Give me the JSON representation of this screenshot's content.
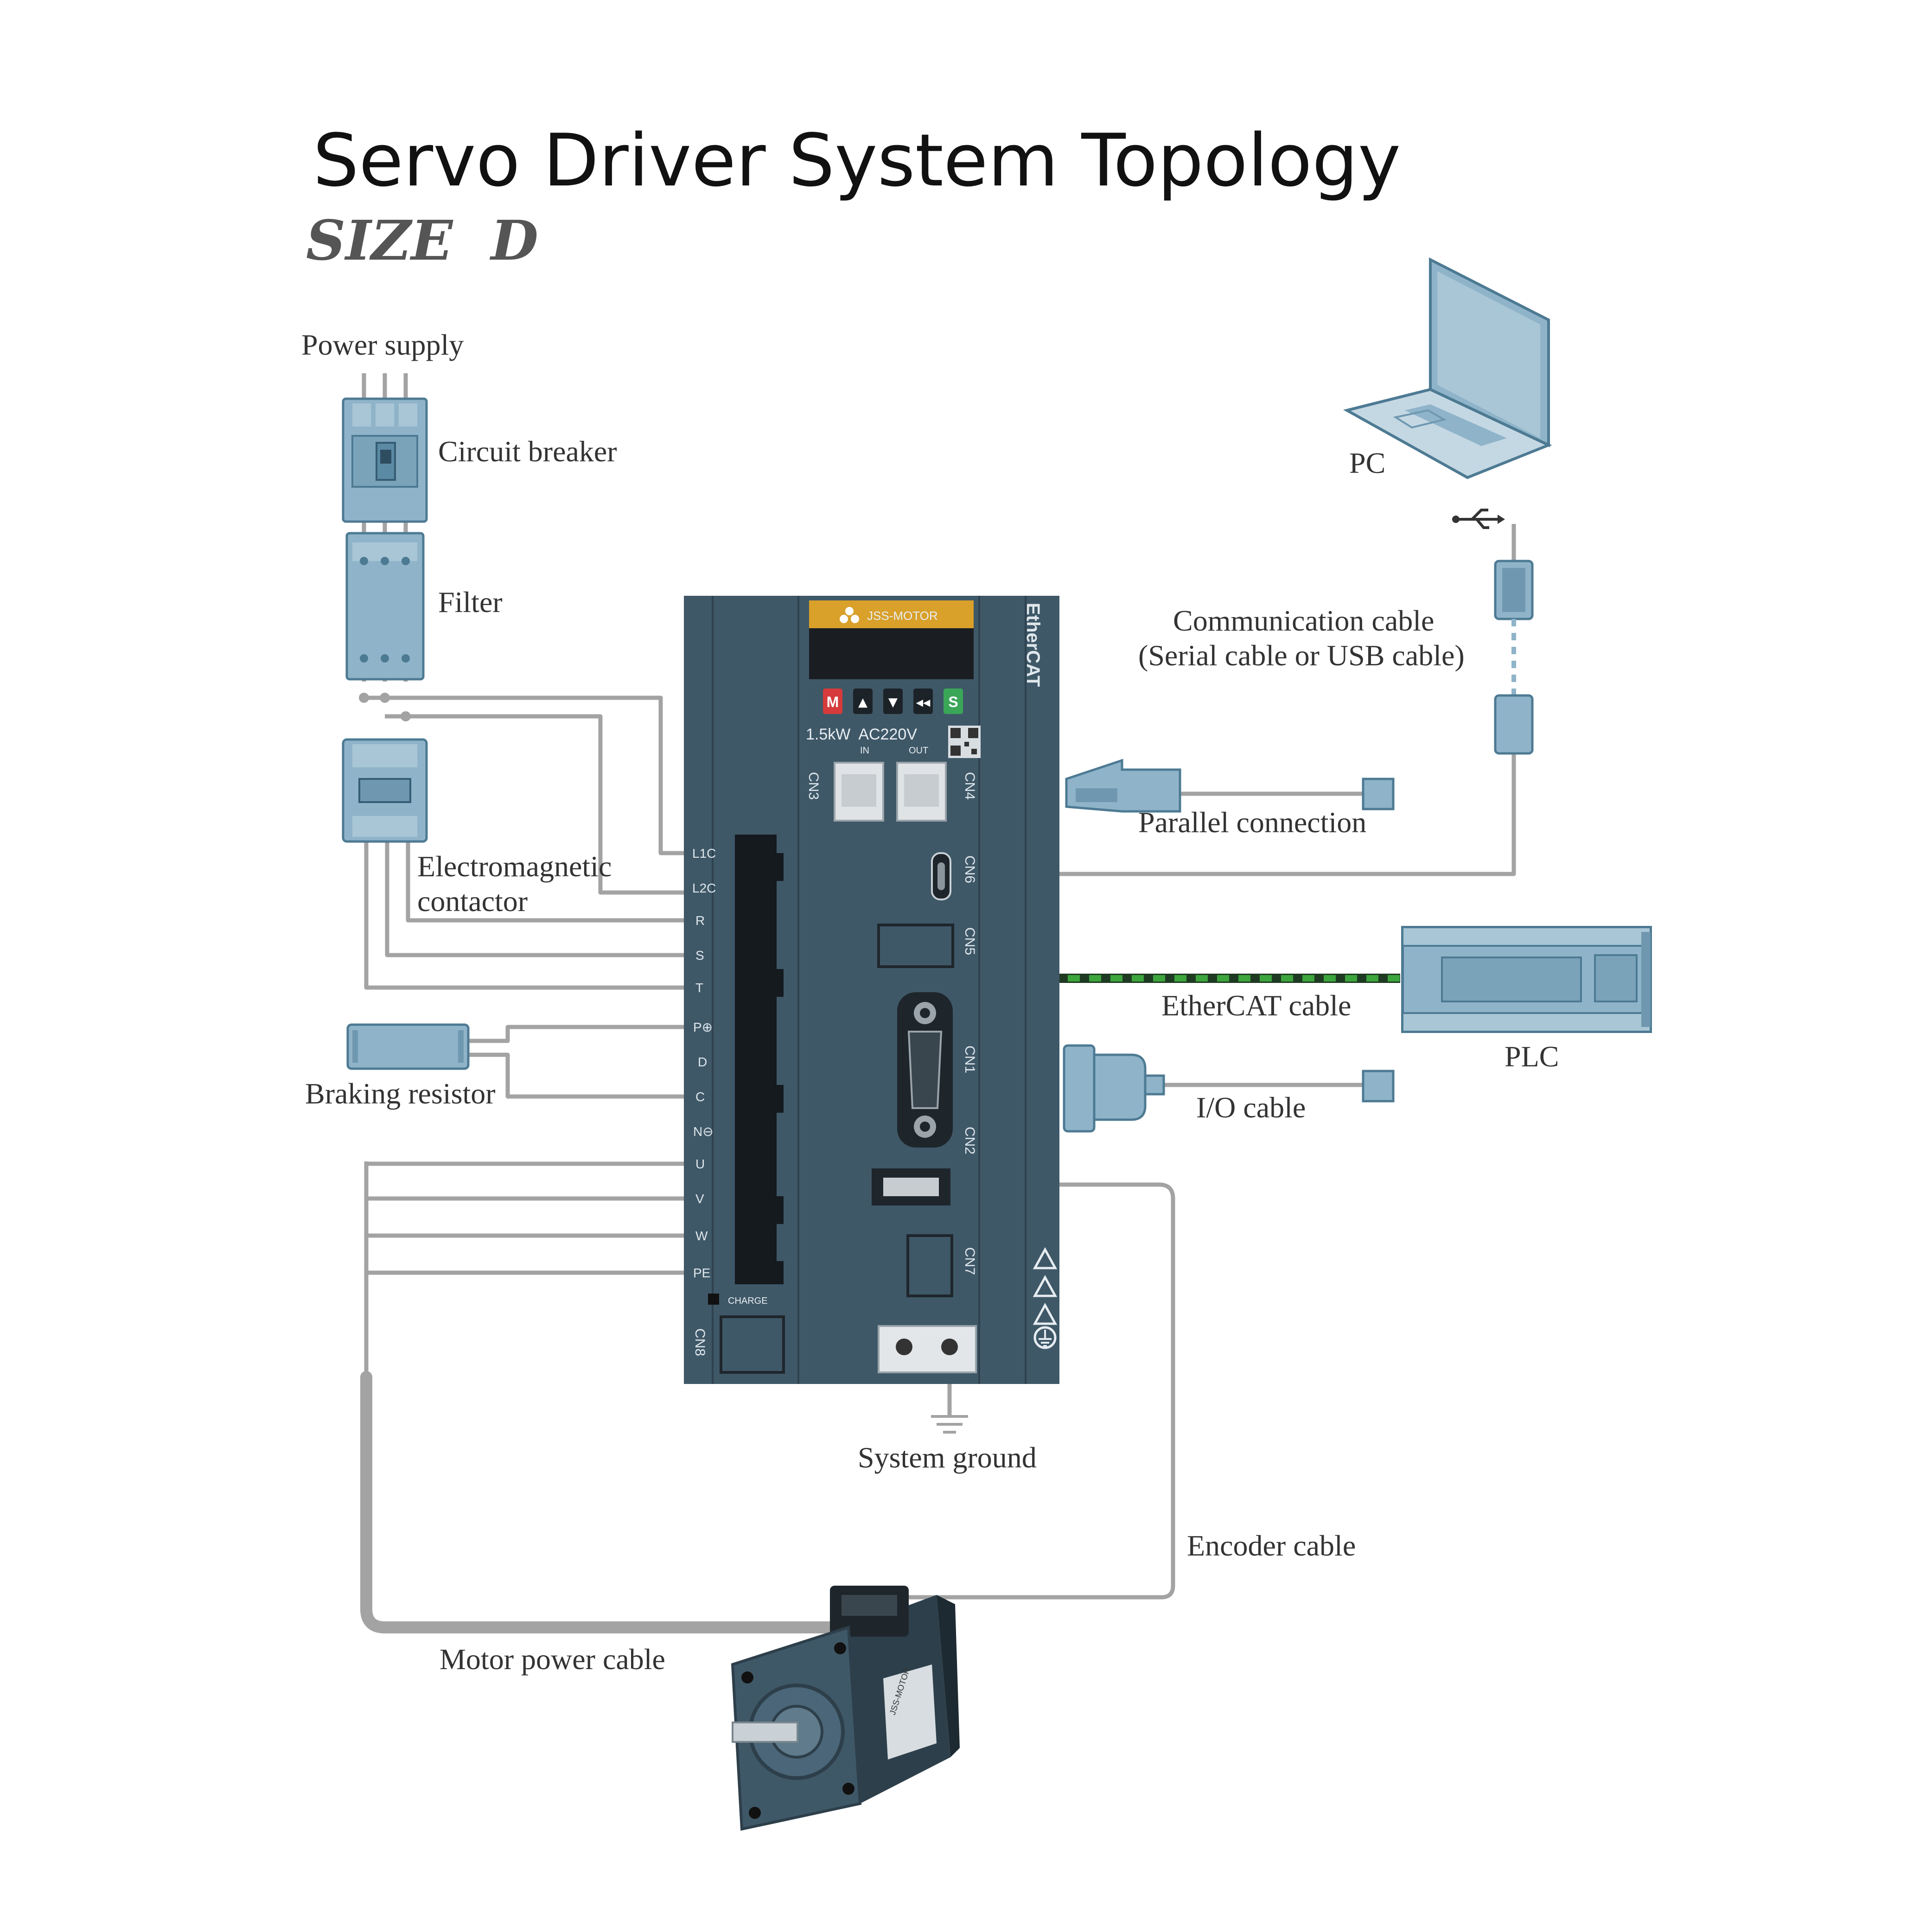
{
  "header": {
    "title": "Servo Driver System Topology",
    "subtitle": "SIZE  D"
  },
  "labels": {
    "power_supply": "Power supply",
    "circuit_breaker": "Circuit breaker",
    "filter": "Filter",
    "contactor_line1": "Electromagnetic",
    "contactor_line2": "contactor",
    "braking_resistor": "Braking resistor",
    "pc": "PC",
    "comm_line1": "Communication cable",
    "comm_line2": "(Serial cable or USB cable)",
    "parallel_connection": "Parallel connection",
    "ethercat_cable": "EtherCAT cable",
    "plc": "PLC",
    "io_cable": "I/O cable",
    "system_ground": "System ground",
    "encoder_cable": "Encoder cable",
    "motor_power_cable": "Motor power cable"
  },
  "driver": {
    "brand": "JSS-MOTOR",
    "rating": "1.5kW  AC220V",
    "in_label": "IN",
    "out_label": "OUT",
    "bus_text": "EtherCAT",
    "charge_label": "CHARGE",
    "buttons": [
      "M",
      "▲",
      "▼",
      "◀◀",
      "S"
    ],
    "ports": [
      "CN3",
      "CN4",
      "CN6",
      "CN5",
      "CN1",
      "CN2",
      "CN7",
      "CN8"
    ],
    "terminals": [
      "L1C",
      "L2C",
      "R",
      "S",
      "T",
      "P⊕",
      "D",
      "C",
      "N⊖",
      "U",
      "V",
      "W",
      "PE"
    ]
  },
  "motor": {
    "brand": "JSS-MOTOR"
  },
  "colors": {
    "driver_body": "#3f5868",
    "device_fill": "#8fb4c9",
    "wire": "#a3a3a3",
    "ethercat_stripe": "#3ca53c",
    "brand_strip": "#d9a02a",
    "button_m": "#d63a3a",
    "button_s": "#3aa657"
  },
  "icons": [
    "usb-icon",
    "warning-icon",
    "ground-icon",
    "logo-icon"
  ]
}
